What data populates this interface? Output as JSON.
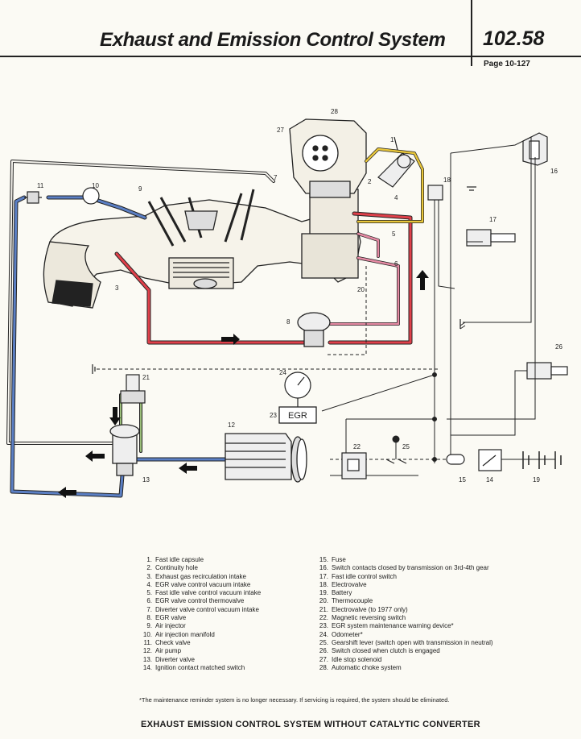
{
  "header": {
    "title": "Exhaust and Emission Control System",
    "section_number": "102.58",
    "page": "Page 10-127"
  },
  "diagram": {
    "callouts": [
      "1",
      "2",
      "3",
      "4",
      "5",
      "6",
      "7",
      "8",
      "9",
      "10",
      "11",
      "12",
      "13",
      "14",
      "15",
      "16",
      "17",
      "18",
      "19",
      "20",
      "21",
      "22",
      "23",
      "24",
      "25",
      "26",
      "27",
      "28"
    ],
    "egr_display": "EGR",
    "colors": {
      "vacuum_blue": "#5b7fc4",
      "vacuum_red": "#e0404a",
      "vacuum_yellow": "#e8c63a",
      "vacuum_pink": "#e58aa3",
      "vacuum_green": "#9bbf7a",
      "line_black": "#222222"
    }
  },
  "legend": {
    "left": [
      {
        "num": "1.",
        "text": "Fast idle capsule"
      },
      {
        "num": "2.",
        "text": "Continuity hole"
      },
      {
        "num": "3.",
        "text": "Exhaust gas recirculation intake"
      },
      {
        "num": "4.",
        "text": "EGR valve control vacuum intake"
      },
      {
        "num": "5.",
        "text": "Fast idle valve control vacuum intake"
      },
      {
        "num": "6.",
        "text": "EGR valve control thermovalve"
      },
      {
        "num": "7.",
        "text": "Diverter valve control vacuum intake"
      },
      {
        "num": "8.",
        "text": "EGR valve"
      },
      {
        "num": "9.",
        "text": "Air injector"
      },
      {
        "num": "10.",
        "text": "Air injection manifold"
      },
      {
        "num": "11.",
        "text": "Check valve"
      },
      {
        "num": "12.",
        "text": "Air pump"
      },
      {
        "num": "13.",
        "text": "Diverter valve"
      },
      {
        "num": "14.",
        "text": "Ignition contact matched switch"
      }
    ],
    "right": [
      {
        "num": "15.",
        "text": "Fuse"
      },
      {
        "num": "16.",
        "text": "Switch contacts closed by transmission on 3rd-4th gear"
      },
      {
        "num": "17.",
        "text": "Fast idle control switch"
      },
      {
        "num": "18.",
        "text": "Electrovalve"
      },
      {
        "num": "19.",
        "text": "Battery"
      },
      {
        "num": "20.",
        "text": "Thermocouple"
      },
      {
        "num": "21.",
        "text": "Electrovalve (to 1977 only)"
      },
      {
        "num": "22.",
        "text": "Magnetic reversing switch"
      },
      {
        "num": "23.",
        "text": "EGR system maintenance warning device*"
      },
      {
        "num": "24.",
        "text": "Odometer*"
      },
      {
        "num": "25.",
        "text": "Gearshift lever (switch open with transmission in neutral)"
      },
      {
        "num": "26.",
        "text": "Switch closed when clutch is engaged"
      },
      {
        "num": "27.",
        "text": "Idle stop solenoid"
      },
      {
        "num": "28.",
        "text": "Automatic choke system"
      }
    ]
  },
  "footnote": "*The maintenance reminder system is no longer necessary. If servicing is required, the system should be eliminated.",
  "caption": "EXHAUST EMISSION CONTROL SYSTEM WITHOUT CATALYTIC CONVERTER"
}
